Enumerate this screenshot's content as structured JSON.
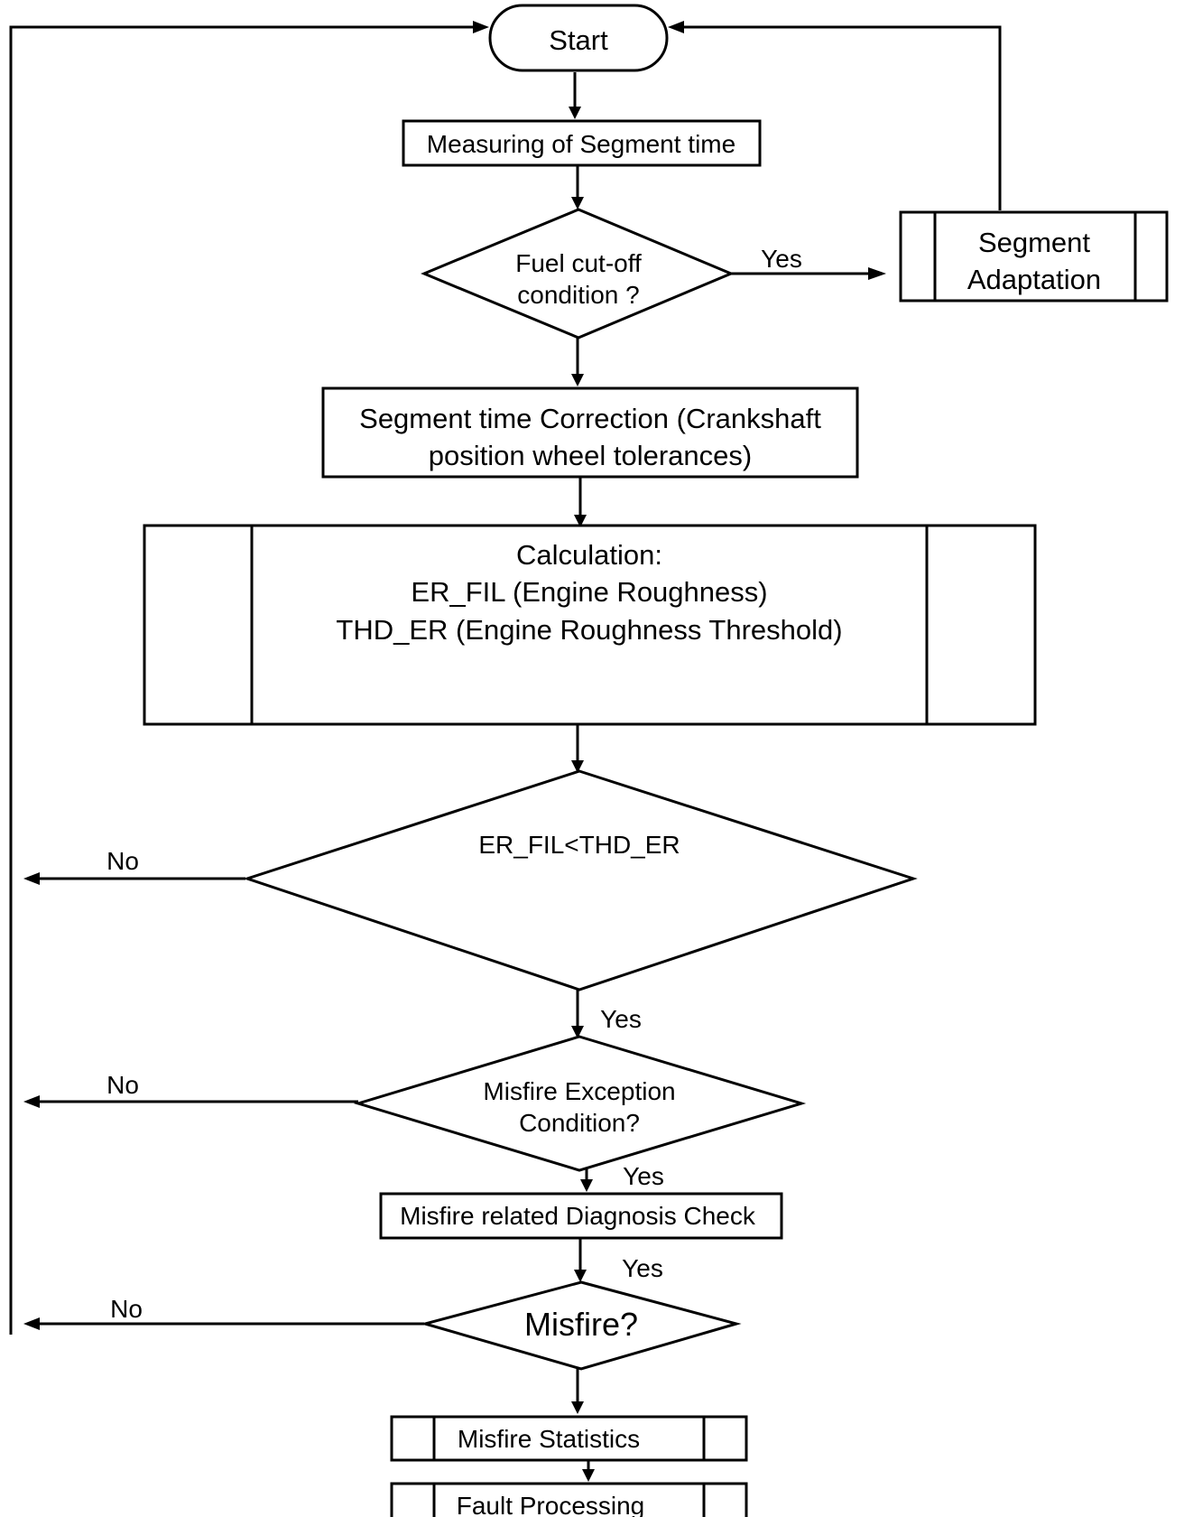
{
  "nodes": {
    "start": "Start",
    "measuring": "Measuring of Segment time",
    "fuel_cutoff": [
      "Fuel cut-off",
      "condition ?"
    ],
    "segment_adaptation": [
      "Segment",
      "Adaptation"
    ],
    "segment_correction": [
      "Segment time Correction (Crankshaft",
      "position wheel tolerances)"
    ],
    "calculation": [
      "Calculation:",
      "ER_FIL (Engine Roughness)",
      "THD_ER (Engine Roughness Threshold)"
    ],
    "er_compare": "ER_FIL<THD_ER",
    "misfire_exception": [
      "Misfire Exception",
      "Condition?"
    ],
    "diagnosis_check": "Misfire related Diagnosis Check",
    "misfire": "Misfire?",
    "misfire_statistics": "Misfire Statistics",
    "fault_processing": "Fault Processing"
  },
  "edges": {
    "fuel_yes": "Yes",
    "er_no": "No",
    "er_yes": "Yes",
    "exception_no": "No",
    "exception_yes": "Yes",
    "check_yes": "Yes",
    "misfire_no": "No"
  }
}
